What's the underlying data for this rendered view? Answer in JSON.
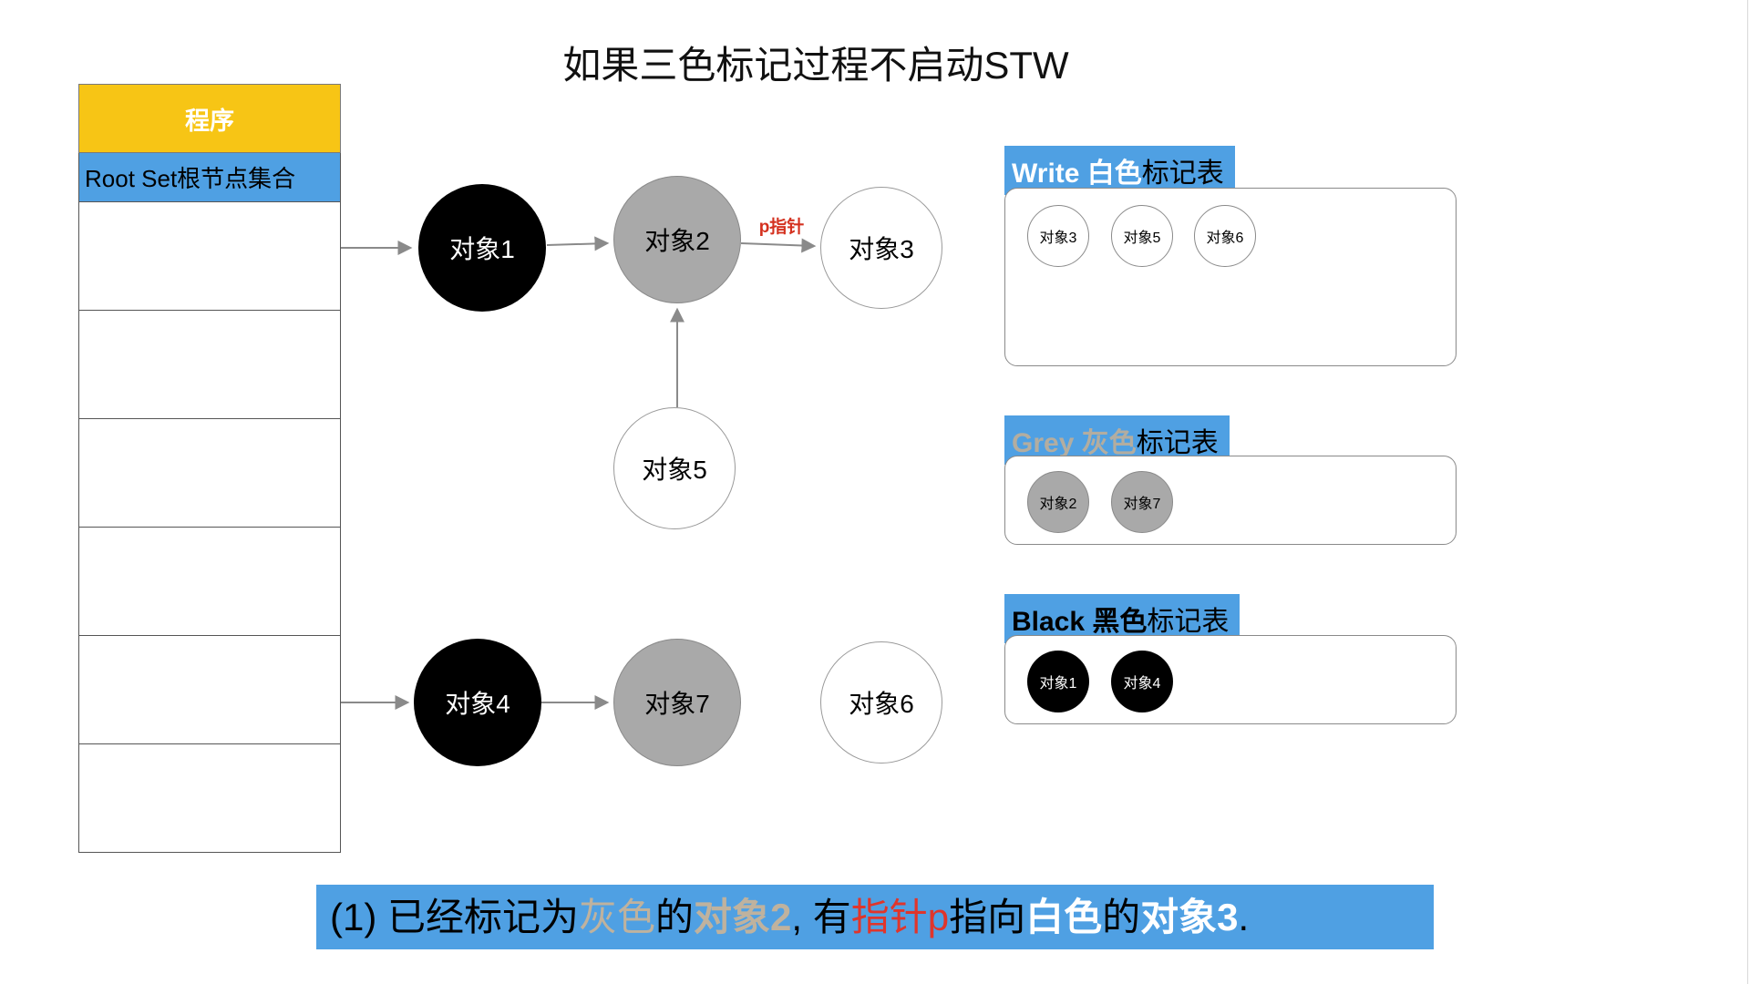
{
  "title": "如果三色标记过程不启动STW",
  "colors": {
    "accent_blue": "#4FA0E3",
    "header_yellow": "#F7C515",
    "node_grey": "#A9A9A9",
    "node_black": "#000000",
    "pointer_red": "#D4311F",
    "caption_grey": "#BFB29E"
  },
  "program_table": {
    "header": "程序",
    "root_row": "Root Set根节点集合",
    "empty_rows": 6
  },
  "nodes": {
    "obj1": {
      "label": "对象1",
      "color": "black"
    },
    "obj2": {
      "label": "对象2",
      "color": "grey"
    },
    "obj3": {
      "label": "对象3",
      "color": "white"
    },
    "obj4": {
      "label": "对象4",
      "color": "black"
    },
    "obj5": {
      "label": "对象5",
      "color": "white"
    },
    "obj6": {
      "label": "对象6",
      "color": "white"
    },
    "obj7": {
      "label": "对象7",
      "color": "grey"
    }
  },
  "pointer_label": "p指针",
  "panels": {
    "white": {
      "title_colored": "Write 白色",
      "title_rest": "标记表",
      "chips": [
        "对象3",
        "对象5",
        "对象6"
      ]
    },
    "grey": {
      "title_colored": "Grey 灰色",
      "title_rest": "标记表",
      "chips": [
        "对象2",
        "对象7"
      ]
    },
    "black": {
      "title_colored": "Black 黑色",
      "title_rest": "标记表",
      "chips": [
        "对象1",
        "对象4"
      ]
    }
  },
  "caption": {
    "segments": [
      {
        "text": "(1) 已经标记为",
        "color": "black"
      },
      {
        "text": "灰色",
        "color": "grey"
      },
      {
        "text": "的",
        "color": "black"
      },
      {
        "text": "对象2",
        "color": "grey"
      },
      {
        "text": ", 有",
        "color": "black"
      },
      {
        "text": "指针p",
        "color": "red"
      },
      {
        "text": "指向",
        "color": "black"
      },
      {
        "text": "白色",
        "color": "white"
      },
      {
        "text": "的",
        "color": "black"
      },
      {
        "text": "对象3",
        "color": "white"
      },
      {
        "text": ".",
        "color": "black"
      }
    ]
  }
}
